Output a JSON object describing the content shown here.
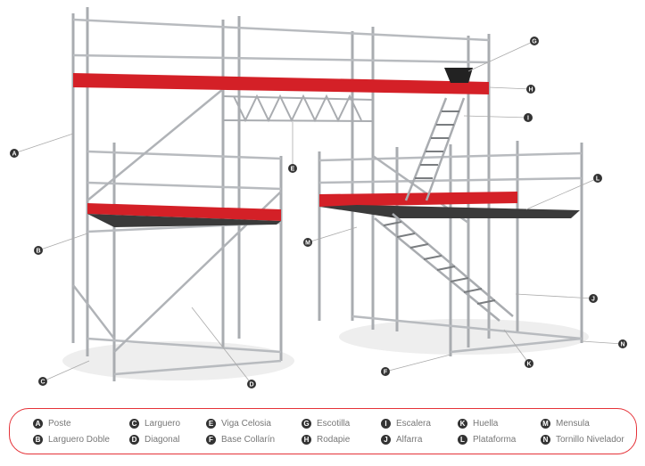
{
  "callouts": [
    "A",
    "B",
    "C",
    "D",
    "E",
    "F",
    "G",
    "H",
    "I",
    "J",
    "K",
    "L",
    "M",
    "N"
  ],
  "legend": [
    {
      "letter": "A",
      "label": "Poste"
    },
    {
      "letter": "B",
      "label": "Larguero Doble"
    },
    {
      "letter": "C",
      "label": "Larguero"
    },
    {
      "letter": "D",
      "label": "Diagonal"
    },
    {
      "letter": "E",
      "label": "Viga Celosia"
    },
    {
      "letter": "F",
      "label": "Base Collarín"
    },
    {
      "letter": "G",
      "label": "Escotilla"
    },
    {
      "letter": "H",
      "label": "Rodapie"
    },
    {
      "letter": "I",
      "label": "Escalera"
    },
    {
      "letter": "J",
      "label": "Alfarra"
    },
    {
      "letter": "K",
      "label": "Huella"
    },
    {
      "letter": "L",
      "label": "Plataforma"
    },
    {
      "letter": "M",
      "label": "Mensula"
    },
    {
      "letter": "N",
      "label": "Tornillo Nivelador"
    }
  ],
  "colors": {
    "accent": "#e53238",
    "toeboard": "#d42027",
    "platform": "#3a3a3a",
    "steel": "#a9acb0"
  }
}
